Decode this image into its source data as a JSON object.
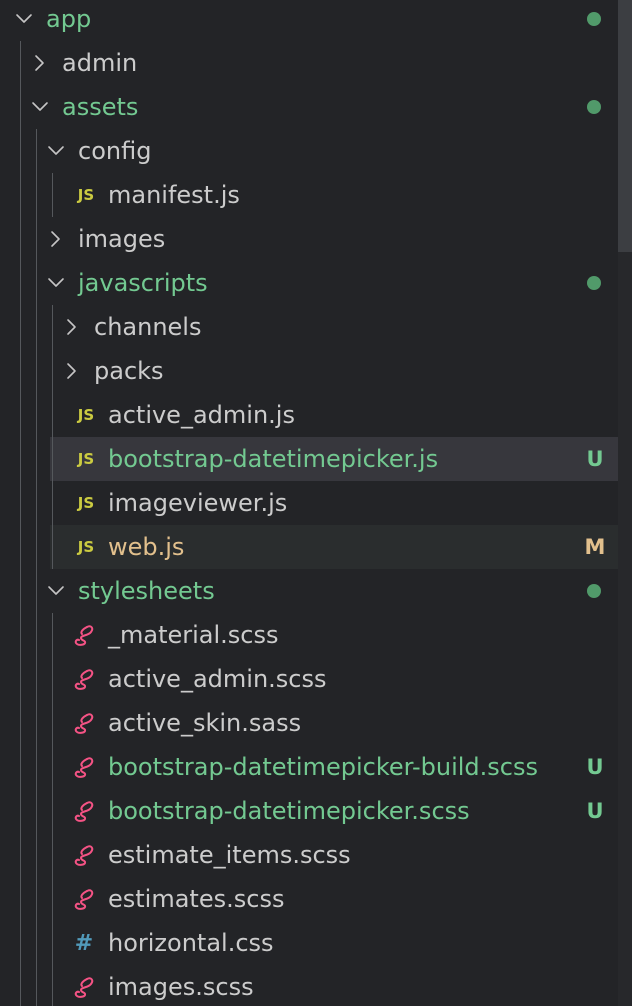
{
  "tree": [
    {
      "name": "app",
      "type": "folder",
      "depth": 0,
      "expanded": true,
      "status": "green",
      "decoration": "dot"
    },
    {
      "name": "admin",
      "type": "folder",
      "depth": 1,
      "expanded": false,
      "status": "normal"
    },
    {
      "name": "assets",
      "type": "folder",
      "depth": 1,
      "expanded": true,
      "status": "green",
      "decoration": "dot"
    },
    {
      "name": "config",
      "type": "folder",
      "depth": 2,
      "expanded": true,
      "status": "normal"
    },
    {
      "name": "manifest.js",
      "type": "file",
      "icon": "js-icon",
      "icon_text": "JS",
      "depth": 3,
      "status": "normal"
    },
    {
      "name": "images",
      "type": "folder",
      "depth": 2,
      "expanded": false,
      "status": "normal"
    },
    {
      "name": "javascripts",
      "type": "folder",
      "depth": 2,
      "expanded": true,
      "status": "green",
      "decoration": "dot"
    },
    {
      "name": "channels",
      "type": "folder",
      "depth": 3,
      "expanded": false,
      "status": "normal"
    },
    {
      "name": "packs",
      "type": "folder",
      "depth": 3,
      "expanded": false,
      "status": "normal"
    },
    {
      "name": "active_admin.js",
      "type": "file",
      "icon": "js-icon",
      "icon_text": "JS",
      "depth": 3,
      "status": "normal"
    },
    {
      "name": "bootstrap-datetimepicker.js",
      "type": "file",
      "icon": "js-icon",
      "icon_text": "JS",
      "depth": 3,
      "status": "green",
      "badge": "U",
      "selected": true
    },
    {
      "name": "imageviewer.js",
      "type": "file",
      "icon": "js-icon",
      "icon_text": "JS",
      "depth": 3,
      "status": "normal"
    },
    {
      "name": "web.js",
      "type": "file",
      "icon": "js-icon",
      "icon_text": "JS",
      "depth": 3,
      "status": "yellow",
      "badge": "M",
      "hover": true
    },
    {
      "name": "stylesheets",
      "type": "folder",
      "depth": 2,
      "expanded": true,
      "status": "green",
      "decoration": "dot"
    },
    {
      "name": "_material.scss",
      "type": "file",
      "icon": "sass-icon",
      "depth": 3,
      "status": "normal"
    },
    {
      "name": "active_admin.scss",
      "type": "file",
      "icon": "sass-icon",
      "depth": 3,
      "status": "normal"
    },
    {
      "name": "active_skin.sass",
      "type": "file",
      "icon": "sass-icon",
      "depth": 3,
      "status": "normal"
    },
    {
      "name": "bootstrap-datetimepicker-build.scss",
      "type": "file",
      "icon": "sass-icon",
      "depth": 3,
      "status": "green",
      "badge": "U"
    },
    {
      "name": "bootstrap-datetimepicker.scss",
      "type": "file",
      "icon": "sass-icon",
      "depth": 3,
      "status": "green",
      "badge": "U"
    },
    {
      "name": "estimate_items.scss",
      "type": "file",
      "icon": "sass-icon",
      "depth": 3,
      "status": "normal"
    },
    {
      "name": "estimates.scss",
      "type": "file",
      "icon": "sass-icon",
      "depth": 3,
      "status": "normal"
    },
    {
      "name": "horizontal.css",
      "type": "file",
      "icon": "hash-icon",
      "icon_text": "#",
      "depth": 3,
      "status": "normal"
    },
    {
      "name": "images.scss",
      "type": "file",
      "icon": "sass-icon",
      "depth": 3,
      "status": "normal"
    }
  ],
  "colors": {
    "background": "#232427",
    "text": "#cccccc",
    "untracked": "#73c991",
    "modified": "#e2c08d",
    "dot": "#519a6a",
    "js_icon": "#cbcb41",
    "sass_icon": "#f55385",
    "css_icon": "#519aba",
    "selected_row": "#37373d",
    "hover_row": "#2a2d2e",
    "indent_guide": "#55585c"
  },
  "scrollbar": {
    "thumb_start": 0,
    "thumb_fraction": 0.25
  }
}
